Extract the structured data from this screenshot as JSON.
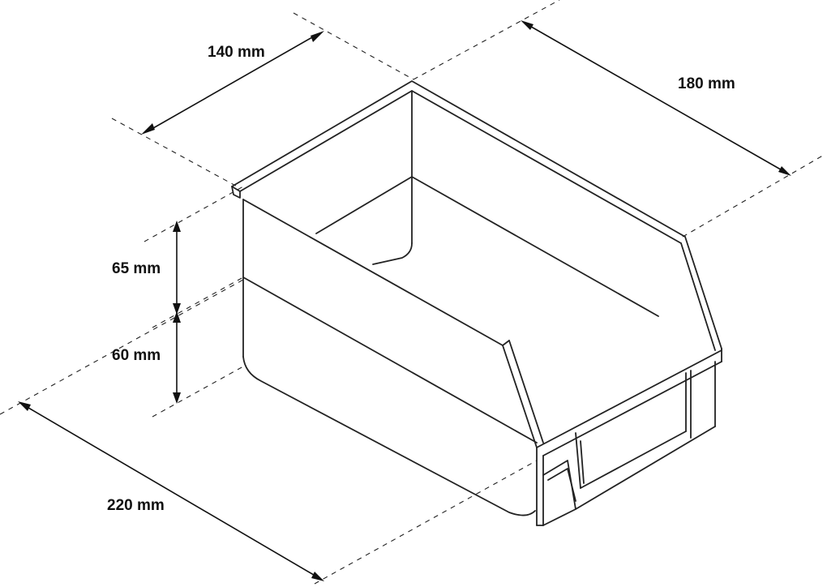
{
  "dimensions": {
    "top_width": "140 mm",
    "top_length": "180 mm",
    "upper_height": "65 mm",
    "lower_height": "60 mm",
    "bottom_length": "220 mm"
  },
  "colors": {
    "line": "#222222",
    "background": "#ffffff"
  }
}
